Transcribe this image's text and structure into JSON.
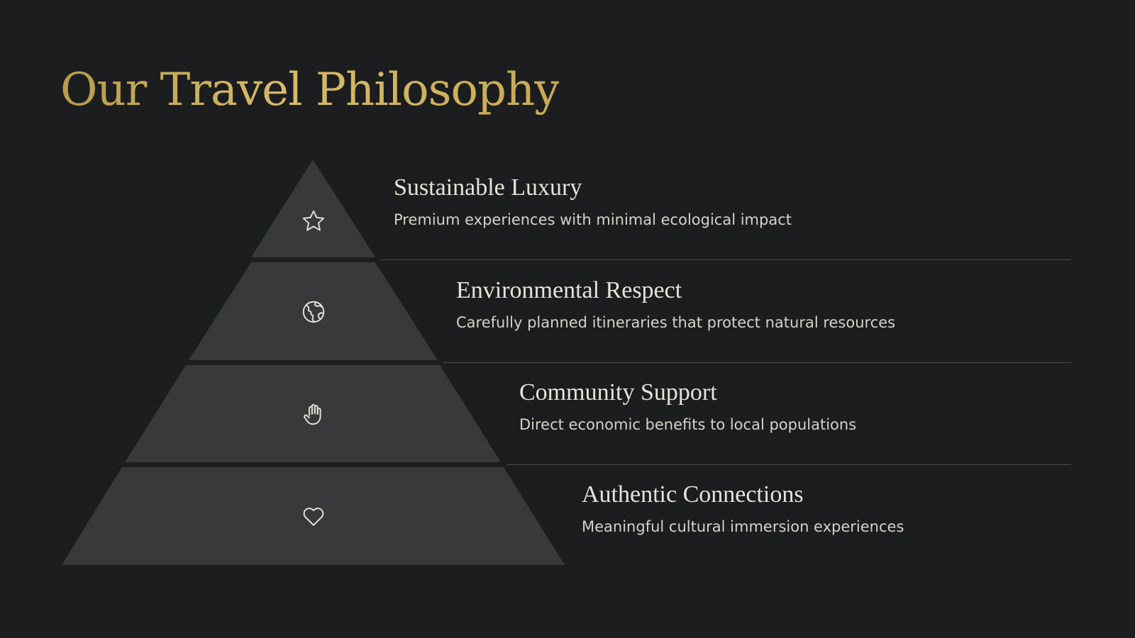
{
  "slide": {
    "title": "Our Travel Philosophy"
  },
  "colors": {
    "background": "#1c1d1f",
    "tier_fill": "#39393b",
    "title_gold": "#c8aa55",
    "icon_stroke": "#e5e1d6",
    "divider": "#4a4b4d"
  },
  "tiers": [
    {
      "icon": "star-icon",
      "title": "Sustainable Luxury",
      "description": "Premium experiences with minimal ecological impact"
    },
    {
      "icon": "globe-icon",
      "title": "Environmental Respect",
      "description": "Carefully planned itineraries that protect natural resources"
    },
    {
      "icon": "hand-icon",
      "title": "Community Support",
      "description": "Direct economic benefits to local populations"
    },
    {
      "icon": "heart-icon",
      "title": "Authentic Connections",
      "description": "Meaningful cultural immersion experiences"
    }
  ]
}
